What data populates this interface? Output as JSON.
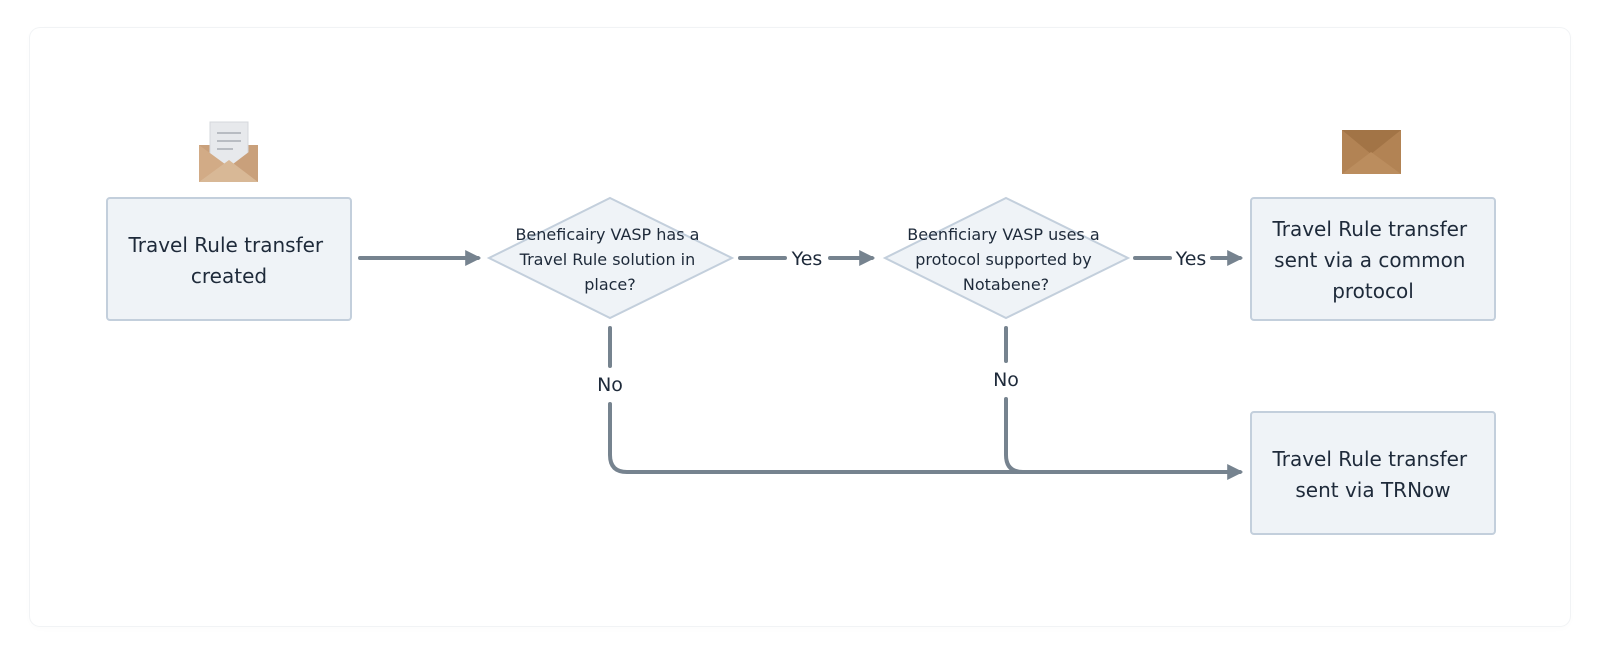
{
  "nodes": {
    "start": {
      "lines": [
        "Travel Rule transfer",
        "created"
      ]
    },
    "decision1": {
      "lines": [
        "Beneficairy VASP has a",
        "Travel Rule solution in",
        "place?"
      ]
    },
    "decision2": {
      "lines": [
        "Beenficiary VASP uses a",
        "protocol supported by",
        "Notabene?"
      ]
    },
    "end_common": {
      "lines": [
        "Travel Rule transfer",
        "sent via a common",
        "protocol"
      ]
    },
    "end_trnow": {
      "lines": [
        "Travel Rule transfer",
        "sent via TRNow"
      ]
    }
  },
  "edges": {
    "yes1": "Yes",
    "yes2": "Yes",
    "no1": "No",
    "no2": "No"
  },
  "icons": {
    "start_icon": "open-envelope-with-letter-icon",
    "end_icon": "closed-envelope-icon"
  },
  "colors": {
    "node_fill": "#eff3f7",
    "node_stroke": "#c3cfdc",
    "edge": "#76838f",
    "envelope": "#c9a07b",
    "envelope_dark": "#a9804f"
  }
}
